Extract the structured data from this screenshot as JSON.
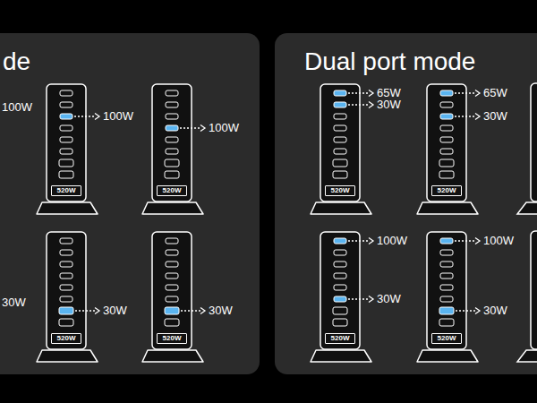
{
  "diagram": {
    "nodes": [
      {
        "text": [
          "de"
        ]
      },
      {
        "text": [
          "520W"
        ],
        "in": 0
      },
      {
        "text": [
          "520W"
        ],
        "in": 0
      },
      {
        "text": [
          "520W"
        ],
        "in": 0
      },
      {
        "text": [
          "520W"
        ],
        "in": 0
      },
      {
        "text": [
          "Dual port mode"
        ]
      },
      {
        "text": [
          "520W"
        ],
        "in": 5
      },
      {
        "text": [
          "520W"
        ],
        "in": 5
      },
      {
        "text": [
          "520W"
        ],
        "in": 5
      },
      {
        "text": [
          "520W"
        ],
        "in": 5
      }
    ],
    "labels": [
      "100W",
      "100W",
      "100W",
      "30W",
      "30W",
      "30W",
      "65W",
      "30W",
      "65W",
      "30W",
      "100W",
      "30W",
      "100W",
      "30W"
    ]
  }
}
